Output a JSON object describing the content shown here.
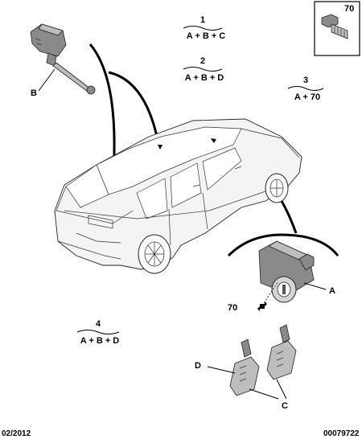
{
  "groups": [
    {
      "number": "1",
      "formula": "A + B + C"
    },
    {
      "number": "2",
      "formula": "A + B + D"
    },
    {
      "number": "3",
      "formula": "A + 70"
    },
    {
      "number": "4",
      "formula": "A + B + D"
    }
  ],
  "inset": {
    "label": "70"
  },
  "callouts": {
    "b": "B",
    "a": "A",
    "d": "D",
    "c": "C",
    "screw": "70"
  },
  "footer": {
    "date": "02/2012",
    "reference": "00079722"
  }
}
